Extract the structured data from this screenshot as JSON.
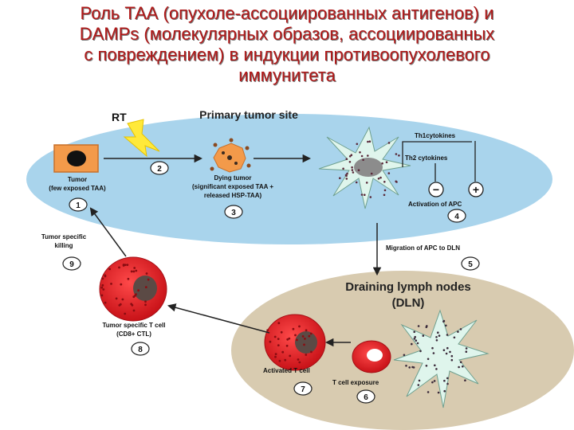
{
  "title": {
    "line1": "Роль ТАА (опухоле-ассоциированных антигенов) и",
    "line2": "DAMPs (молекулярных образов, ассоциированных",
    "line3": "с повреждением) в индукции противоопухолевого",
    "line4": "иммунитета"
  },
  "diagram": {
    "rt_label": "RT",
    "primary_site_title": "Primary tumor site",
    "tumor_label_1": "Tumor",
    "tumor_label_2": "(few exposed TAA)",
    "dying_label_1": "Dying tumor",
    "dying_label_2": "(significant exposed TAA +",
    "dying_label_3": "released HSP-TAA)",
    "th1_label": "Th1cytokines",
    "th2_label": "Th2 cytokines",
    "minus_sign": "−",
    "plus_sign": "+",
    "apc_activation_label": "Activation of APC",
    "migration_label": "Migration of APC to DLN",
    "killing_label_1": "Tumor specific",
    "killing_label_2": "killing",
    "dln_title_1": "Draining lymph nodes",
    "dln_title_2": "(DLN)",
    "tcell_label_1": "Tumor specific T cell",
    "tcell_label_2": "(CD8+ CTL)",
    "activated_label": "Activated T cell",
    "exposure_label": "T cell exposure",
    "steps": [
      "1",
      "2",
      "3",
      "4",
      "5",
      "6",
      "7",
      "8",
      "9"
    ]
  },
  "colors": {
    "title": "#b01818",
    "primary_site_bg": "#a9d4ec",
    "dln_bg": "#d8cbb0",
    "dendritic_cell": "#dff5ec",
    "apc_nucleus": "#8c8c8c",
    "t_cell": "#e0262b",
    "t_cell_nucleus": "#5b4a45",
    "tumor_cell": "#f39a4a",
    "lightning": "#ffe93a"
  }
}
